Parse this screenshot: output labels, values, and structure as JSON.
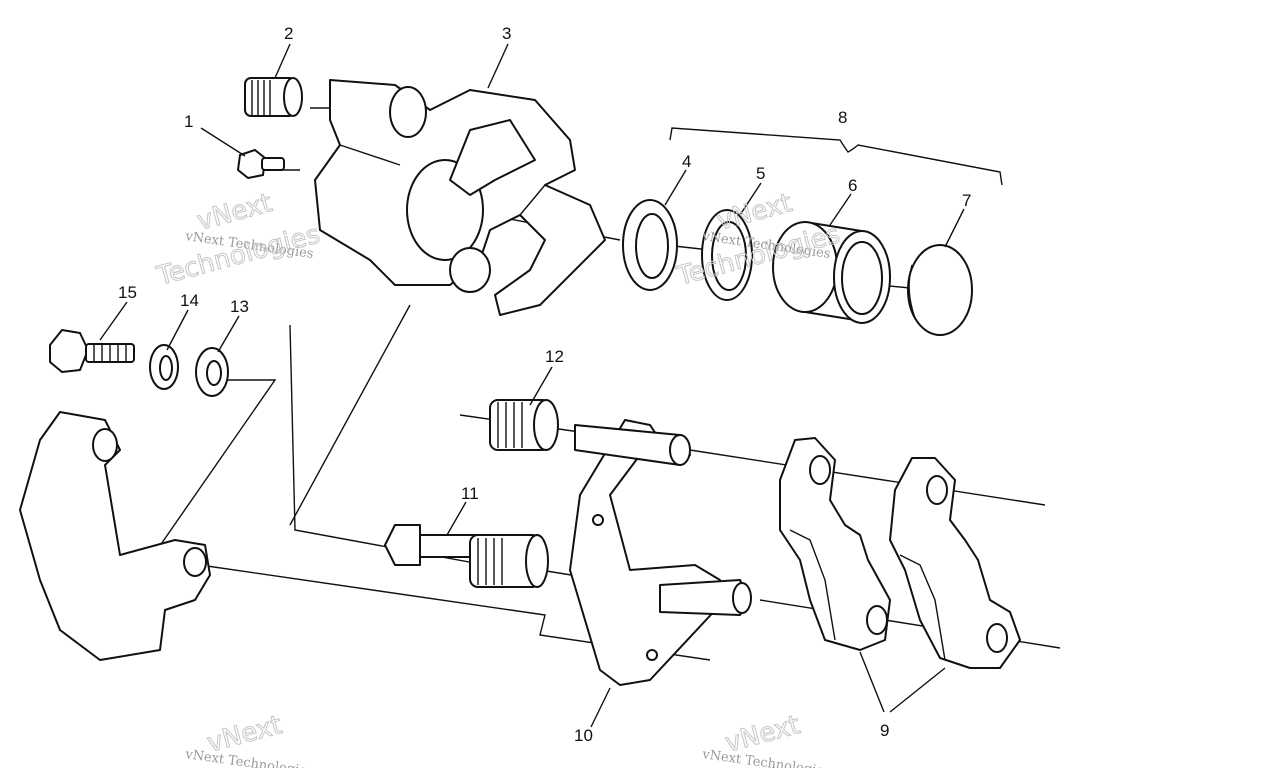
{
  "callouts": [
    "1",
    "2",
    "3",
    "4",
    "5",
    "6",
    "7",
    "8",
    "9",
    "10",
    "11",
    "12",
    "13",
    "14",
    "15"
  ],
  "watermark": {
    "small": "vNext Technologies",
    "large_top": "vNext",
    "large_bottom": "Technologies"
  }
}
